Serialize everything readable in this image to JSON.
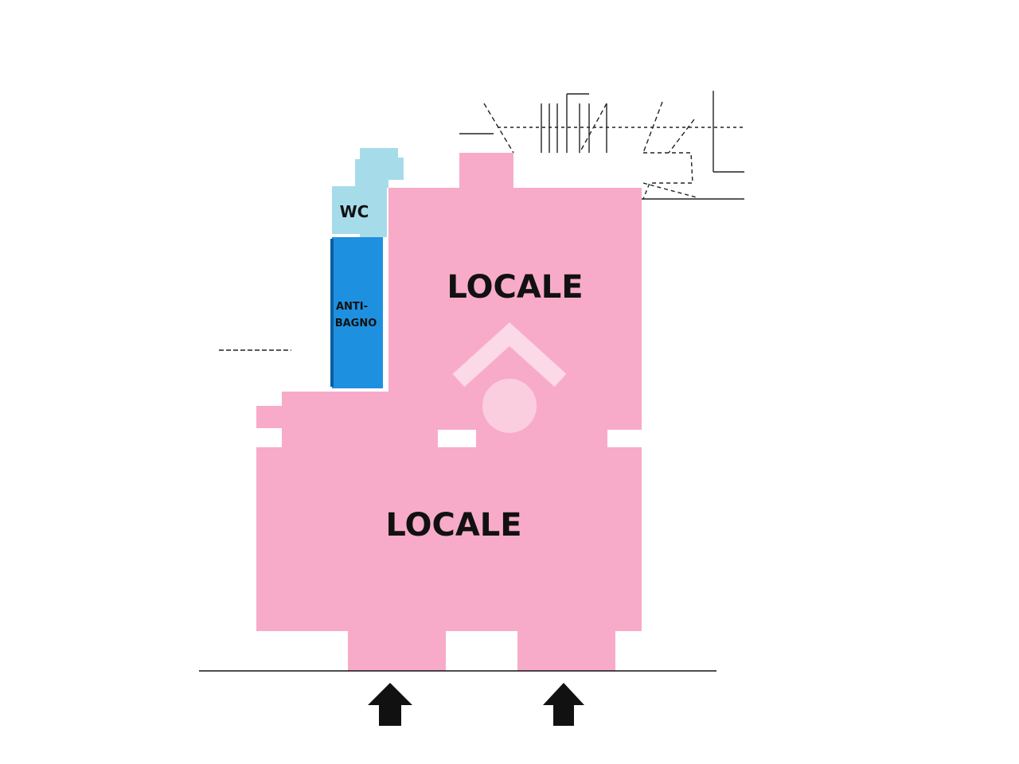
{
  "colors": {
    "room_pink": "#f8abc8",
    "bathroom_blue": "#1e90e0",
    "wc_light_blue": "#a6dcea",
    "wall_line": "#111111",
    "watermark": "#ffffff"
  },
  "rooms": {
    "locale_upper": {
      "label": "LOCALE"
    },
    "locale_lower": {
      "label": "LOCALE"
    },
    "wc": {
      "label": "WC"
    },
    "antibagno": {
      "label_line1": "ANTI-",
      "label_line2": "BAGNO"
    }
  },
  "entrances": [
    {
      "icon": "arrow-up-icon"
    },
    {
      "icon": "arrow-up-icon"
    }
  ],
  "watermark": {
    "icon": "logo-watermark-icon"
  }
}
